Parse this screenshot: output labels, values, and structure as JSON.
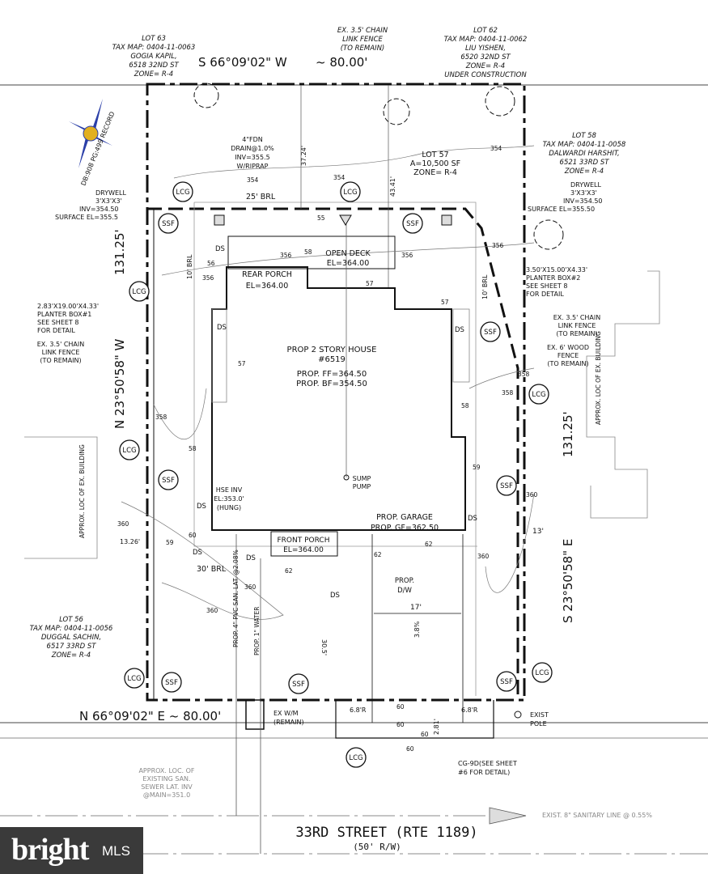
{
  "plat": {
    "lot63": [
      "LOT 63",
      "TAX MAP: 0404-11-0063",
      "GOGIA KAPIL,",
      "6518 32ND ST",
      "ZONE= R-4"
    ],
    "lot62": [
      "LOT 62",
      "TAX MAP: 0404-11-0062",
      "LIU YISHEN,",
      "6520 32ND ST",
      "ZONE= R-4",
      "UNDER CONSTRUCTION"
    ],
    "lot58": [
      "LOT 58",
      "TAX MAP: 0404-11-0058",
      "DALWARDI HARSHIT,",
      "6521 33RD ST",
      "ZONE= R-4"
    ],
    "lot56": [
      "LOT 56",
      "TAX MAP: 0404-11-0056",
      "DUGGAL SACHIN,",
      "6517 33RD ST",
      "ZONE= R-4"
    ],
    "lot57": [
      "LOT 57",
      "A=10,500 SF",
      "ZONE= R-4"
    ],
    "fence_top": [
      "EX. 3.5' CHAIN",
      "LINK FENCE",
      "(TO REMAIN)"
    ],
    "bearing_top": "S 66°09'02\" W",
    "dist_top": "~     80.00'",
    "bearing_bottom": "N 66°09'02\" E ~ 80.00'",
    "bearing_left": "N 23°50'58\" W",
    "dist_left": "131.25'",
    "bearing_right": "S 23°50'58\" E",
    "dist_right": "131.25'",
    "record": "DB:908 PG:499 RECORD",
    "drain": [
      "4\"FDN",
      "DRAIN@1.0%",
      "INV=355.5",
      "W/RIPRAP"
    ],
    "drywell_left": [
      "DRYWELL",
      "3'X3'X3'",
      "INV=354.50",
      "SURFACE EL=355.5"
    ],
    "drywell_right": [
      "DRYWELL",
      "3'X3'X3'",
      "INV=354.50",
      "SURFACE EL=355.50"
    ],
    "brl_rear": "25' BRL",
    "brl_front": "30' BRL",
    "brl_side_left": "10' BRL",
    "brl_side_right": "10' BRL",
    "dim_3724": "37.24'",
    "dim_4341": "43.41'",
    "dim_1326": "13.26'",
    "dim_13": "13'",
    "dim_17": "17'",
    "dim_305": "30.5'",
    "dim_281": "2.81'",
    "slope": "3.8%",
    "open_deck": [
      "OPEN DECK",
      "EL=364.00"
    ],
    "rear_porch": [
      "REAR PORCH",
      "EL=364.00"
    ],
    "house": [
      "PROP 2 STORY HOUSE",
      "#6519",
      "PROP. FF=364.50",
      "PROP. BF=354.50"
    ],
    "sump": [
      "SUMP",
      "PUMP"
    ],
    "garage": [
      "PROP. GARAGE",
      "PROP. GF=362.50"
    ],
    "front_porch": [
      "FRONT PORCH",
      "EL=364.00"
    ],
    "driveway": [
      "PROP.",
      "D/W"
    ],
    "hse_inv": [
      "HSE INV",
      "EL:353.0'",
      "(HUNG)"
    ],
    "planter1": [
      "2.83'X19.00'X4.33'",
      "PLANTER BOX#1",
      "SEE SHEET 8",
      "FOR DETAIL"
    ],
    "planter2": [
      "3.50'X15.00'X4.33'",
      "PLANTER BOX#2",
      "SEE SHEET 8",
      "FOR DETAIL"
    ],
    "fence_left": [
      "EX. 3.5' CHAIN",
      "LINK FENCE",
      "(TO REMAIN)"
    ],
    "fence_right": [
      "EX. 3.5' CHAIN",
      "LINK FENCE",
      "(TO REMAIN)"
    ],
    "wood_fence": [
      "EX. 6' WOOD",
      "FENCE",
      "(TO REMAIN)"
    ],
    "ex_bldg_left": "APPROX. LOC OF EX. BUILDING",
    "ex_bldg_right": "APPROX. LOC OF EX. BUILDING",
    "sewer_label": "PROP. 4\" PVC SAN. LAT. @2.08%",
    "water_label": "PROP. 1\" WATER",
    "wm": "EX W/M",
    "wm2": "(REMAIN)",
    "pole": [
      "EXIST",
      "POLE"
    ],
    "cg": [
      "CG-9D(SEE SHEET",
      "#6 FOR DETAIL)"
    ],
    "sewer_lat": [
      "APPROX. LOC. OF",
      "EXISTING SAN.",
      "SEWER LAT. INV",
      "@MAIN=351.0"
    ],
    "sanitary_line": "EXIST. 8\" SANITARY LINE @ 0.55%",
    "street": "33RD STREET (RTE 1189)",
    "row": "(50' R/W)",
    "r1": "6.8'R",
    "r2": "6.8'R",
    "contours": [
      "354",
      "354",
      "354",
      "356",
      "356",
      "356",
      "356",
      "358",
      "358",
      "358",
      "360",
      "360",
      "360",
      "360",
      "360"
    ],
    "spots": [
      "55",
      "58",
      "57",
      "56",
      "57",
      "57",
      "58",
      "58",
      "59",
      "59",
      "60",
      "62",
      "62",
      "62",
      "60",
      "60",
      "60",
      "60"
    ],
    "lcg": "LCG",
    "ssf": "SSF",
    "ds": "DS",
    "brand_text": "bright",
    "brand_mls": "MLS",
    "colors": {
      "line": "#111111",
      "gray": "#888888",
      "compass_blue": "#2b3fa8",
      "compass_gold": "#e2b020",
      "brand_bg": "#3a3a3a"
    }
  }
}
